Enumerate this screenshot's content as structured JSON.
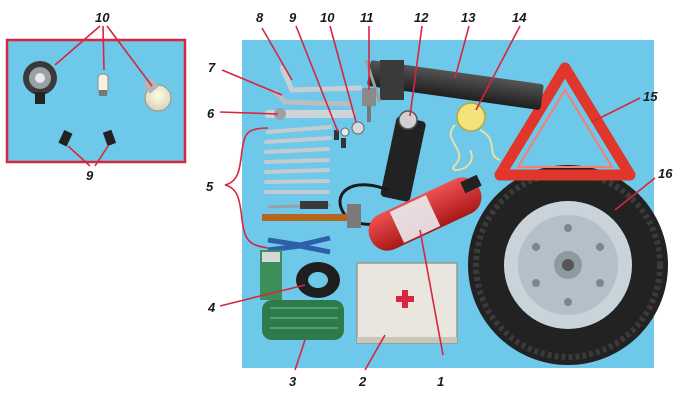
{
  "labels": {
    "l1": "1",
    "l2": "2",
    "l3": "3",
    "l4": "4",
    "l5": "5",
    "l6": "6",
    "l7": "7",
    "l8": "8",
    "l9": "9",
    "l10": "10",
    "l11": "11",
    "l12": "12",
    "l13": "13",
    "l14": "14",
    "l15": "15",
    "l16": "16",
    "inset10": "10",
    "inset9": "9"
  },
  "colors": {
    "photo_background": "#6dc8ea",
    "leader": "#d7263d",
    "inset_border": "#d7263d",
    "triangle": "#e0362c",
    "extinguisher": "#d42a2a",
    "tire": "#222222",
    "rim": "#c9d4da"
  }
}
